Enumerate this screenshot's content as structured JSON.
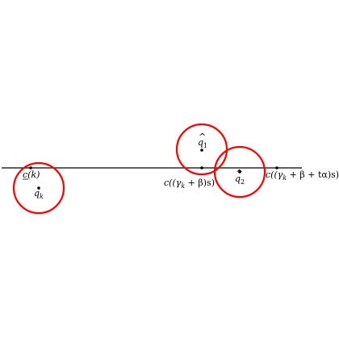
{
  "colors": {
    "circle": "#ff0000",
    "line": "#000000",
    "point": "#000000",
    "background": "#ffffff"
  },
  "labels": {
    "c_k": "c(k)",
    "q_k": "q",
    "q_k_sub": "k",
    "q1_hat": "q",
    "q1_sub": "1",
    "q2_hat": "q",
    "q2_sub": "2",
    "c_gamma_beta": "c((γ",
    "c_gamma_beta_sub": "k",
    "c_gamma_beta_rest": " + β)s)",
    "c_gamma_beta_talpha": "c((γ",
    "c_gamma_beta_talpha_sub": "k",
    "c_gamma_beta_talpha_rest": " + β + tα)s)"
  }
}
